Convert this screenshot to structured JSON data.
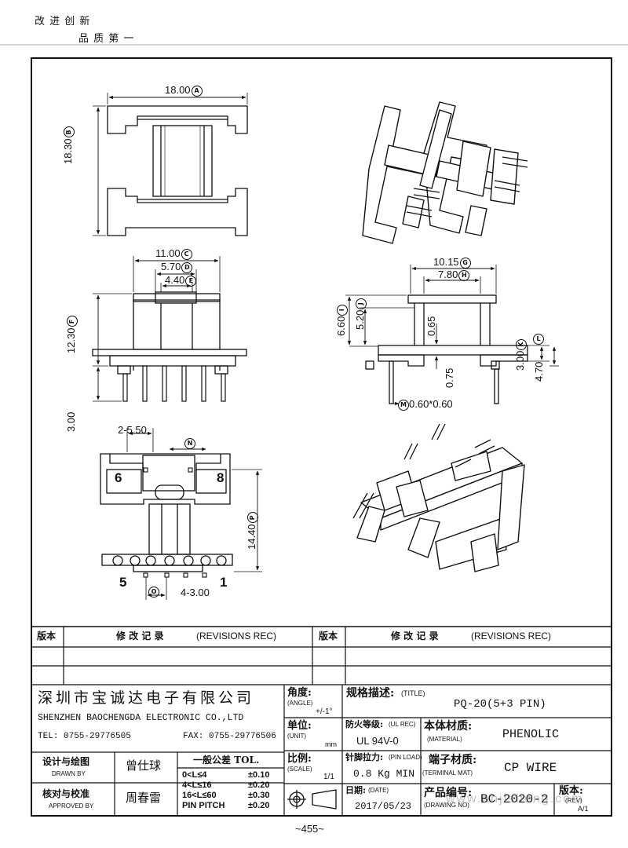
{
  "slogan": {
    "line1": "改 进 创 新",
    "line2": "品 质 第 一"
  },
  "dimensions": {
    "A": "18.00",
    "B": "18.30",
    "C": "11.00",
    "D": "5.70",
    "E": "4.40",
    "F": "12.30",
    "G": "10.15",
    "H": "7.80",
    "I": "6.60",
    "J": "5.20",
    "K": "3.00",
    "L": "4.70",
    "M": "0.60*0.60",
    "N": "2-5.50",
    "O": "4-3.00",
    "P": "14.40",
    "pin_len": "3.00",
    "d065": "0.65",
    "d075": "0.75"
  },
  "circle_letters": [
    "A",
    "B",
    "C",
    "D",
    "E",
    "F",
    "G",
    "H",
    "I",
    "J",
    "K",
    "L",
    "M",
    "N",
    "O",
    "P"
  ],
  "pin_labels": {
    "p6": "6",
    "p8": "8",
    "p5": "5",
    "p1": "1"
  },
  "revisions": {
    "col_version": "版本",
    "col_record": "修 改 记 录",
    "col_record_en": "(REVISIONS REC)"
  },
  "company": {
    "name_cn": "深圳市宝诚达电子有限公司",
    "name_en": "SHENZHEN BAOCHENGDA ELECTRONIC CO.,LTD",
    "tel": "TEL: 0755-29776505",
    "fax": "FAX: 0755-29776506"
  },
  "title_block": {
    "angle_cn": "角度:",
    "angle_en": "(ANGLE)",
    "angle_val": "+/-1°",
    "unit_cn": "单位:",
    "unit_en": "(UNIT)",
    "unit_val": "mm",
    "scale_cn": "比例:",
    "scale_en": "(SCALE)",
    "scale_val": "1/1",
    "title_cn": "规格描述:",
    "title_en": "(TITLE)",
    "title_val": "PQ-20(5+3 PIN)",
    "ul_cn": "防火等级:",
    "ul_en": "(UL REC)",
    "ul_val": "UL 94V-0",
    "material_cn": "本体材质:",
    "material_en": "(MATERIAL)",
    "material_val": "PHENOLIC",
    "pinload_cn": "针脚拉力:",
    "pinload_en": "(PIN LOAD)",
    "pinload_val": "0.8 Kg MIN",
    "terminal_cn": "端子材质:",
    "terminal_en": "(TERMINAL MAT)",
    "terminal_val": "CP WIRE",
    "date_cn": "日期:",
    "date_en": "(DATE)",
    "date_val": "2017/05/23",
    "drawingno_cn": "产品编号:",
    "drawingno_en": "(DRAWING NO)",
    "drawingno_val": "BC-2020-2",
    "rev_cn": "版本:",
    "rev_en": "(REV)",
    "rev_val": "A/1",
    "drawn_cn": "设计与绘图",
    "drawn_en": "DRAWN BY",
    "drawn_name": "曾仕球",
    "approved_cn": "核对与校准",
    "approved_en": "APPROVED BY",
    "approved_name": "周春雷",
    "tol_title": "一般公差 TOL.",
    "tol_rows": [
      {
        "range": "0<L≤4",
        "val": "±0.10"
      },
      {
        "range": "4<L≤16",
        "val": "±0.20"
      },
      {
        "range": "16<L≤60",
        "val": "±0.30"
      },
      {
        "range": "PIN PITCH",
        "val": "±0.20"
      }
    ]
  },
  "watermark": "www.ahjisheng.com",
  "page_number": "~455~"
}
